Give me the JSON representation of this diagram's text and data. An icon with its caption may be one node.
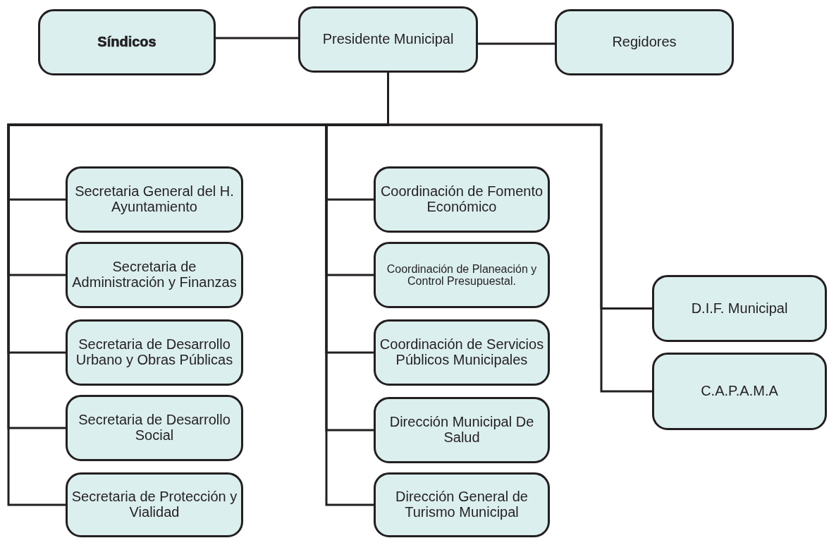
{
  "diagram": {
    "nodes": [
      {
        "text": [
          "Síndicos"
        ]
      },
      {
        "text": [
          "Presidente Municipal"
        ]
      },
      {
        "text": [
          "Regidores"
        ]
      },
      {
        "text": [
          "Secretaria General del H. Ayuntamiento"
        ]
      },
      {
        "text": [
          "Secretaria de Administración y Finanzas"
        ]
      },
      {
        "text": [
          "Secretaria de Desarrollo Urbano y Obras Públicas"
        ]
      },
      {
        "text": [
          "Secretaria de Desarrollo Social"
        ]
      },
      {
        "text": [
          "Secretaria de Protección y Vialidad"
        ]
      },
      {
        "text": [
          "Coordinación de Fomento Económico"
        ]
      },
      {
        "text": [
          "Coordinación de Planeación y Control Presupuestal."
        ]
      },
      {
        "text": [
          "Coordinación de Servicios Públicos Municipales"
        ]
      },
      {
        "text": [
          "Dirección Municipal De Salud"
        ]
      },
      {
        "text": [
          "Dirección General de Turismo Municipal"
        ]
      },
      {
        "text": [
          "D.I.F. Municipal"
        ]
      },
      {
        "text": [
          "C.A.P.A.M.A"
        ]
      }
    ],
    "edges": [
      {
        "from": 1,
        "to": 0,
        "arrow": "none"
      },
      {
        "from": 1,
        "to": 2,
        "arrow": "none"
      },
      {
        "from": 1,
        "to": 3,
        "arrow": "none"
      },
      {
        "from": 1,
        "to": 4,
        "arrow": "none"
      },
      {
        "from": 1,
        "to": 5,
        "arrow": "none"
      },
      {
        "from": 1,
        "to": 6,
        "arrow": "none"
      },
      {
        "from": 1,
        "to": 7,
        "arrow": "none"
      },
      {
        "from": 1,
        "to": 8,
        "arrow": "none"
      },
      {
        "from": 1,
        "to": 9,
        "arrow": "none"
      },
      {
        "from": 1,
        "to": 10,
        "arrow": "none"
      },
      {
        "from": 1,
        "to": 11,
        "arrow": "none"
      },
      {
        "from": 1,
        "to": 12,
        "arrow": "none"
      },
      {
        "from": 1,
        "to": 13,
        "arrow": "none"
      },
      {
        "from": 1,
        "to": 14,
        "arrow": "none"
      }
    ]
  }
}
